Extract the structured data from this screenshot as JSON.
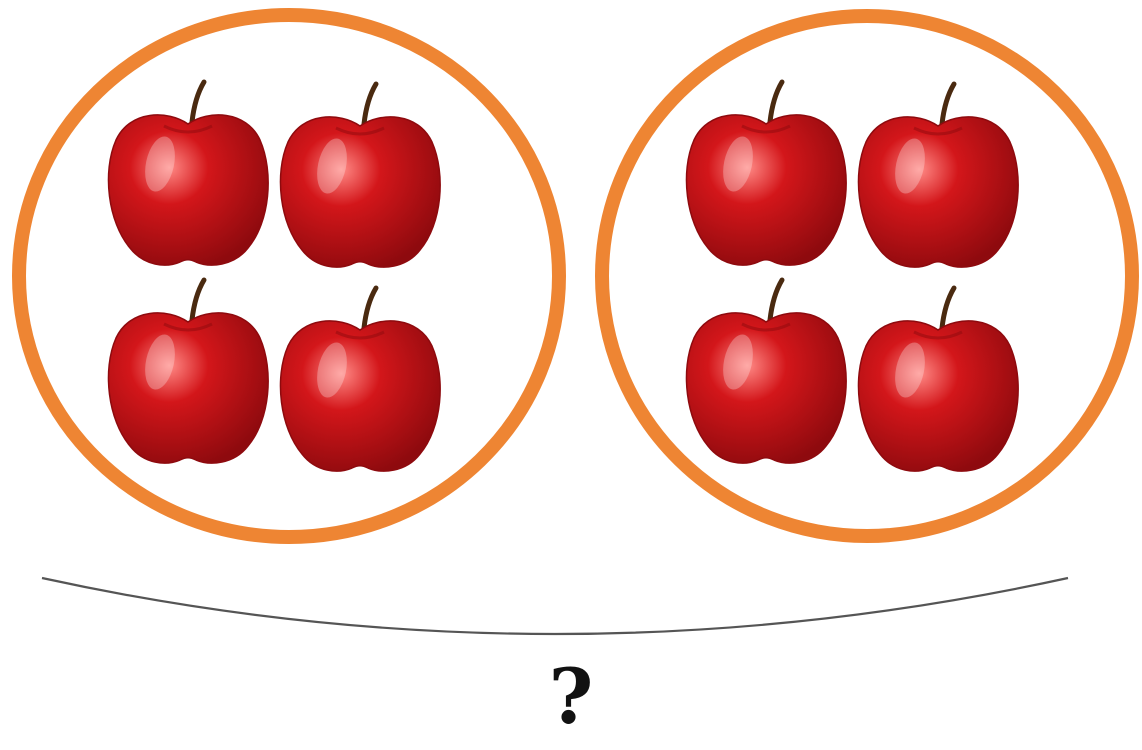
{
  "diagram": {
    "question_text": "?",
    "colors": {
      "group_ring": "#EE8533",
      "apple_body": "#D3161A",
      "apple_dark": "#8E0A0E",
      "apple_highlight": "#FF8A86",
      "stem": "#4A2A10",
      "brace": "#555555",
      "background": "#FFFFFF"
    },
    "groups": [
      {
        "name": "group-1",
        "apple_count": 4
      },
      {
        "name": "group-2",
        "apple_count": 4
      }
    ]
  }
}
